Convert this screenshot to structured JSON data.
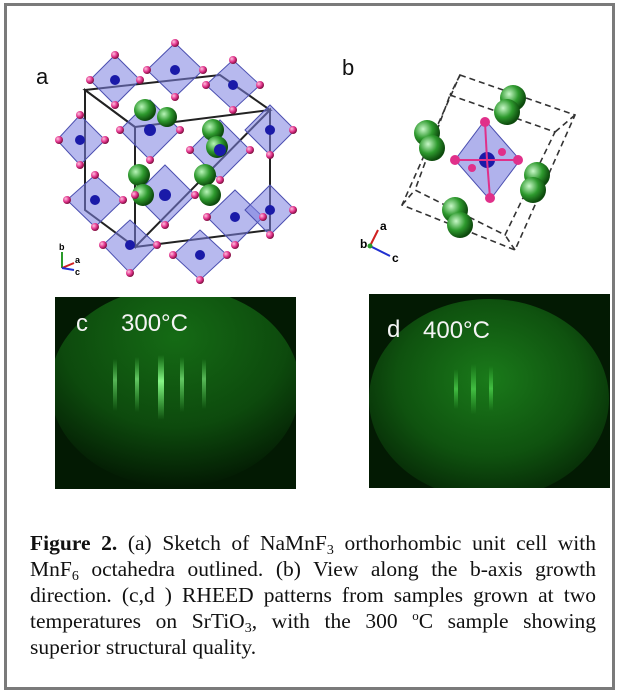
{
  "panels": {
    "a": {
      "letter": "a",
      "axes": {
        "up": "b",
        "right_upper": "a",
        "right_lower": "c"
      }
    },
    "b": {
      "letter": "b",
      "axes": {
        "up": "a",
        "left": "b",
        "right": "c"
      }
    },
    "c": {
      "letter": "c",
      "temperature": "300°C"
    },
    "d": {
      "letter": "d",
      "temperature": "400°C"
    }
  },
  "colors": {
    "octahedron": "#7b7fe0",
    "mn_atom": "#1a1aa8",
    "f_atom": "#e0308a",
    "na_atom": "#2e9a2e",
    "rheed_bg": "#031a03",
    "rheed_streak": "#6dff6d"
  },
  "caption": {
    "label": "Figure 2.",
    "seg1": " (a) Sketch of NaMnF",
    "sub1": "3",
    "seg2": " orthorhombic unit cell with MnF",
    "sub2": "6",
    "seg3": " octahedra outlined. (b) View along the b-axis growth direction. (c,d ) RHEED patterns from samples grown at two temperatures on SrTiO",
    "sub3": "3",
    "seg4": ", with the 300 ",
    "sup1": "o",
    "seg5": "C sample showing superior structural quality."
  }
}
